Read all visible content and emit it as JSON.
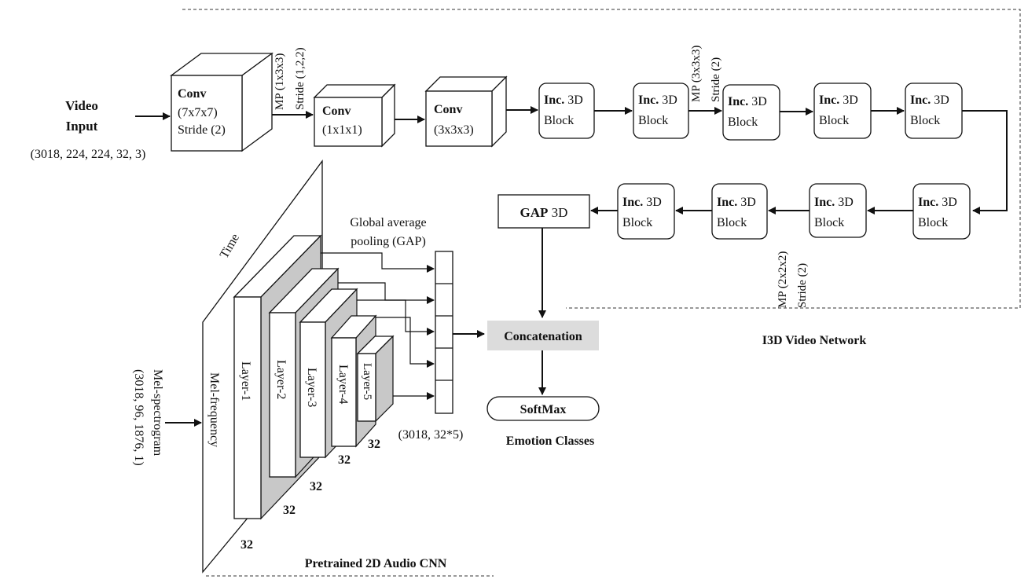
{
  "video_input": {
    "title_line1": "Video",
    "title_line2": "Input",
    "shape": "(3018, 224, 224, 32, 3)"
  },
  "conv1": {
    "name": "Conv",
    "kernel": "(7x7x7)",
    "stride": "Stride (2)"
  },
  "mp1": {
    "line1": "MP (1x3x3)",
    "line2": "Stride (1,2,2)"
  },
  "conv2": {
    "name": "Conv",
    "kernel": "(1x1x1)"
  },
  "conv3": {
    "name": "Conv",
    "kernel": "(3x3x3)"
  },
  "inception": {
    "prefix": "Inc.",
    "suffix": " 3D",
    "line2": "Block"
  },
  "mp2": {
    "line1": "MP (3x3x3)",
    "line2": "Stride (2)"
  },
  "mp3": {
    "line1": "MP (2x2x2)",
    "line2": "Stride (2)"
  },
  "gap3d": {
    "prefix": "GAP",
    "suffix": " 3D"
  },
  "i3d_title": "I3D Video Network",
  "concatenation": "Concatenation",
  "softmax": "SoftMax",
  "emotion_classes": "Emotion Classes",
  "gap_label_line1": "Global average",
  "gap_label_line2": "pooling (GAP)",
  "gap_output_shape": "(3018, 32*5)",
  "audio": {
    "input_line1": "Mel-spectrogram",
    "input_line2": "(3018, 96, 1876, 1)",
    "axis_time": "Time",
    "axis_freq": "Mel-frequency",
    "layers": [
      "Layer-1",
      "Layer-2",
      "Layer-3",
      "Layer-4",
      "Layer-5"
    ],
    "channel_labels": [
      "32",
      "32",
      "32",
      "32",
      "32"
    ],
    "title": "Pretrained 2D Audio CNN"
  }
}
